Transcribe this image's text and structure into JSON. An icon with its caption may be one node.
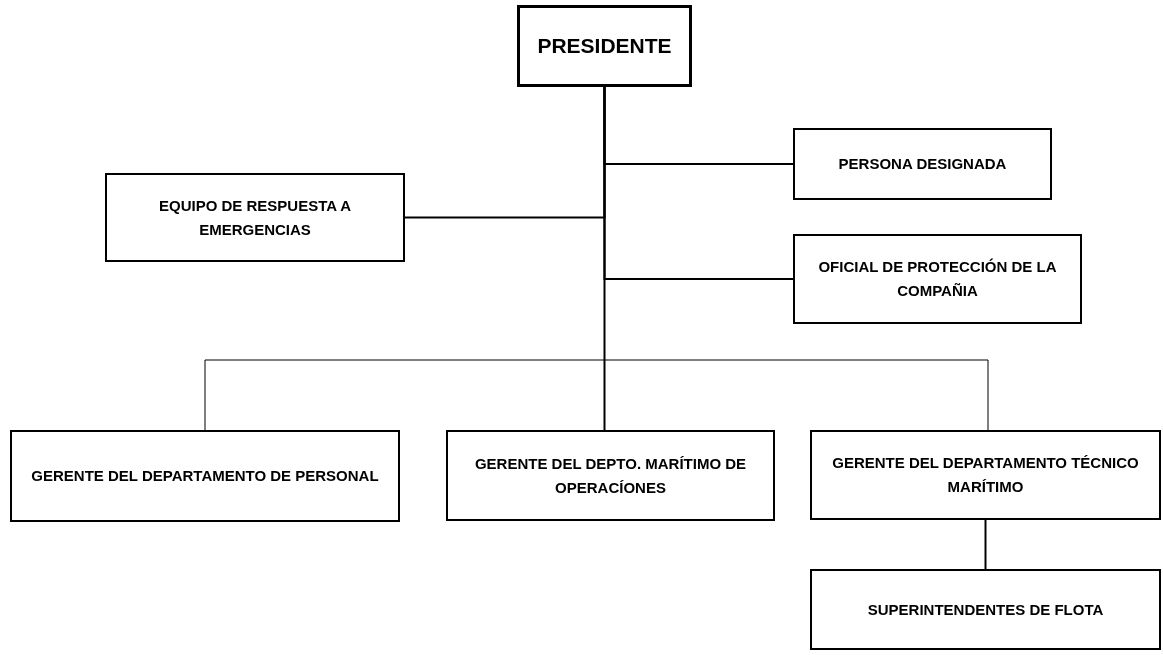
{
  "diagram": {
    "nodes": [
      {
        "text": [
          "PRESIDENTE"
        ]
      },
      {
        "text": [
          "PERSONA DESIGNADA"
        ]
      },
      {
        "text": [
          "EQUIPO DE RESPUESTA A EMERGENCIAS"
        ]
      },
      {
        "text": [
          "OFICIAL DE PROTECCIÓN DE LA COMPAÑIA"
        ]
      },
      {
        "text": [
          "GERENTE DEL DEPARTAMENTO DE PERSONAL"
        ]
      },
      {
        "text": [
          "GERENTE DEL DEPTO. MARÍTIMO DE OPERACÍONES"
        ]
      },
      {
        "text": [
          "GERENTE DEL DEPARTAMENTO TÉCNICO MARÍTIMO"
        ]
      },
      {
        "text": [
          "SUPERINTENDENTES DE FLOTA"
        ]
      }
    ],
    "edges": [
      {
        "from": 0,
        "to": 1,
        "arrow": "none"
      },
      {
        "from": 0,
        "to": 2,
        "arrow": "none"
      },
      {
        "from": 0,
        "to": 3,
        "arrow": "none"
      },
      {
        "from": 0,
        "to": 4,
        "arrow": "none"
      },
      {
        "from": 0,
        "to": 5,
        "arrow": "none"
      },
      {
        "from": 0,
        "to": 6,
        "arrow": "none"
      },
      {
        "from": 6,
        "to": 7,
        "arrow": "none"
      }
    ]
  }
}
